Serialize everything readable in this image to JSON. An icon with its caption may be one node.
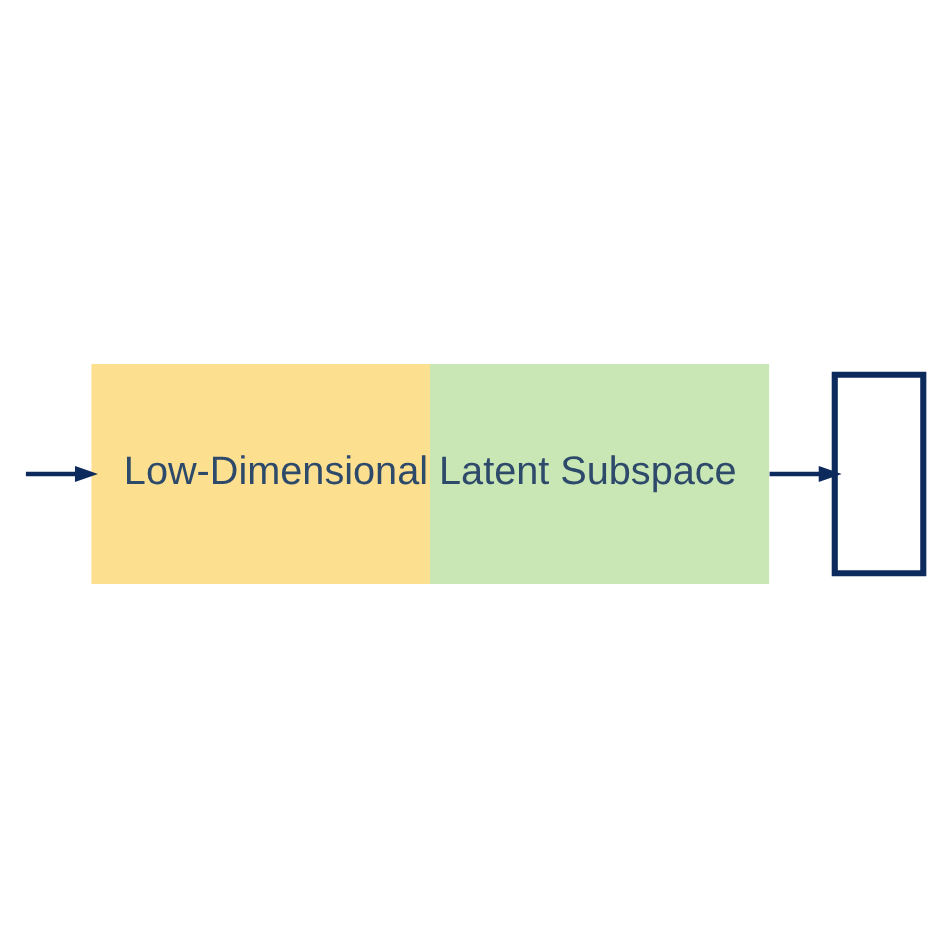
{
  "diagram": {
    "nodes": [
      {
        "text": [
          "Low-Dimensional Latent Subspace"
        ]
      },
      {
        "text": [],
        "shape": "box"
      }
    ],
    "edges": [
      {
        "from": null,
        "to": 0,
        "arrow": "to"
      },
      {
        "from": 0,
        "to": 1,
        "arrow": "to"
      }
    ]
  }
}
